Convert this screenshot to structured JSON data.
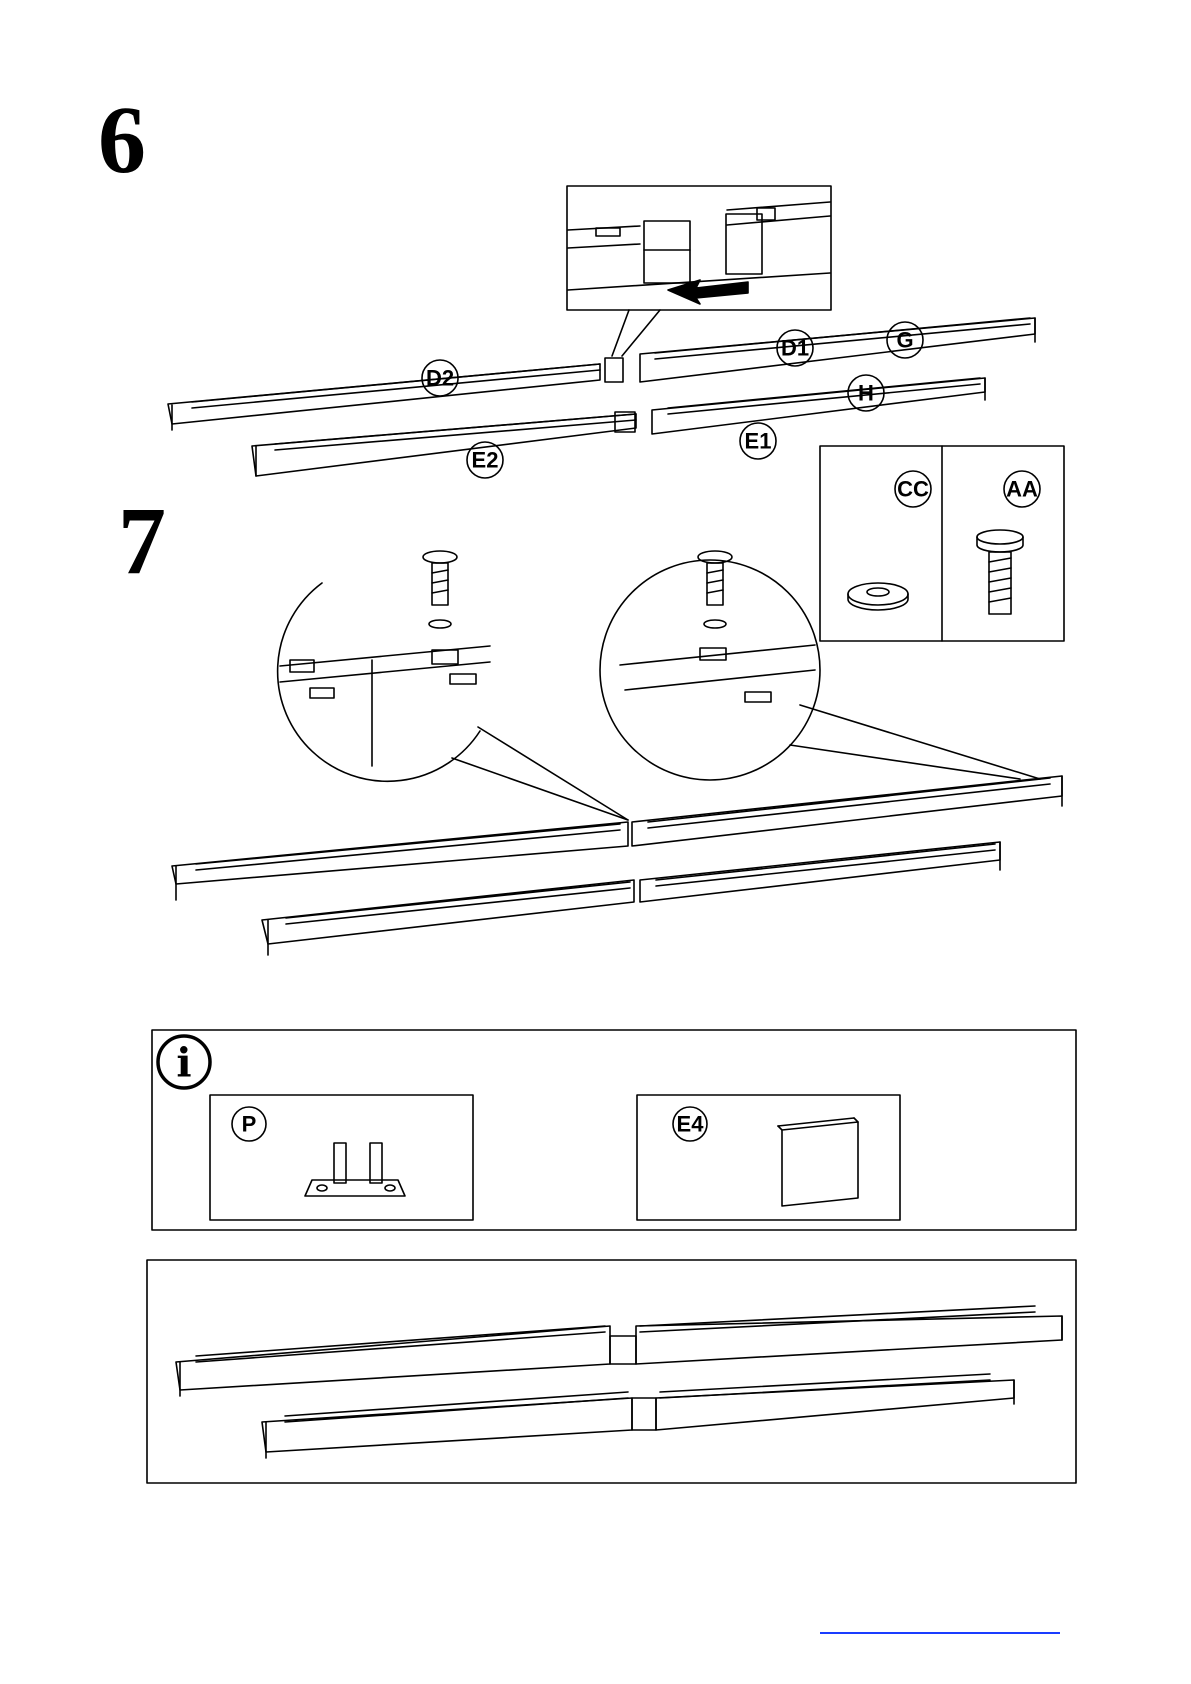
{
  "steps": [
    {
      "number": "6"
    },
    {
      "number": "7"
    }
  ],
  "step6": {
    "part_labels": [
      "D2",
      "D1",
      "G",
      "H",
      "E2",
      "E1"
    ]
  },
  "hardware_box": {
    "washer_label": "CC",
    "screw_label": "AA"
  },
  "info_panel": {
    "icon_glyph": "i",
    "part_p_label": "P",
    "part_e4_label": "E4"
  },
  "colors": {
    "ink": "#000000",
    "link_underline": "#1a3cff"
  }
}
